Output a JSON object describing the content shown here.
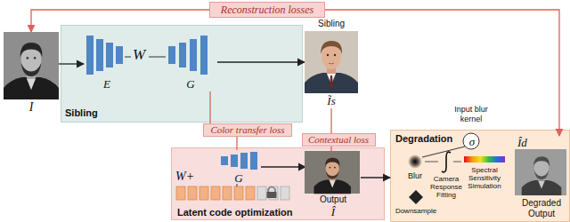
{
  "diagram": {
    "nodes": [
      {
        "text": [
          "Reconstruction losses"
        ]
      },
      {
        "text": [
          "I"
        ]
      },
      {
        "text": [
          "Sibling"
        ]
      },
      {
        "text": [
          "E"
        ],
        "in": 2
      },
      {
        "text": [
          "G"
        ],
        "in": 2
      },
      {
        "text": [
          "Sibling",
          "Ĩs"
        ]
      },
      {
        "text": [
          "Color transfer loss"
        ]
      },
      {
        "text": [
          "Contextual loss"
        ]
      },
      {
        "text": [
          "Latent code optimization"
        ]
      },
      {
        "text": [
          "G"
        ],
        "in": 8
      },
      {
        "text": [
          "Output",
          "Î"
        ],
        "in": 8
      },
      {
        "text": [
          "Degradation"
        ]
      },
      {
        "text": [
          "σ"
        ],
        "in": 11
      },
      {
        "text": [
          "Îd",
          "Degraded Output"
        ],
        "in": 11
      }
    ],
    "edges": [
      {
        "from": 1,
        "to": 3,
        "arrow": "to"
      },
      {
        "from": 4,
        "to": 5,
        "arrow": "to"
      },
      {
        "from": 0,
        "to": 1,
        "arrow": "to"
      },
      {
        "from": 0,
        "to": 13,
        "arrow": "to"
      },
      {
        "from": 6,
        "to": 4,
        "arrow": "none"
      },
      {
        "from": 6,
        "to": 9,
        "arrow": "none"
      },
      {
        "from": 7,
        "to": 5,
        "arrow": "none"
      },
      {
        "from": 7,
        "to": 10,
        "arrow": "none"
      },
      {
        "from": 9,
        "to": 10,
        "arrow": "to"
      },
      {
        "from": 10,
        "to": 11,
        "arrow": "to"
      }
    ],
    "labels": [
      "W",
      "W+",
      "Input blur kernel",
      "Blur",
      "Camera Response Fitting",
      "Spectral Sensitivity Simulation",
      "Downsample"
    ]
  }
}
